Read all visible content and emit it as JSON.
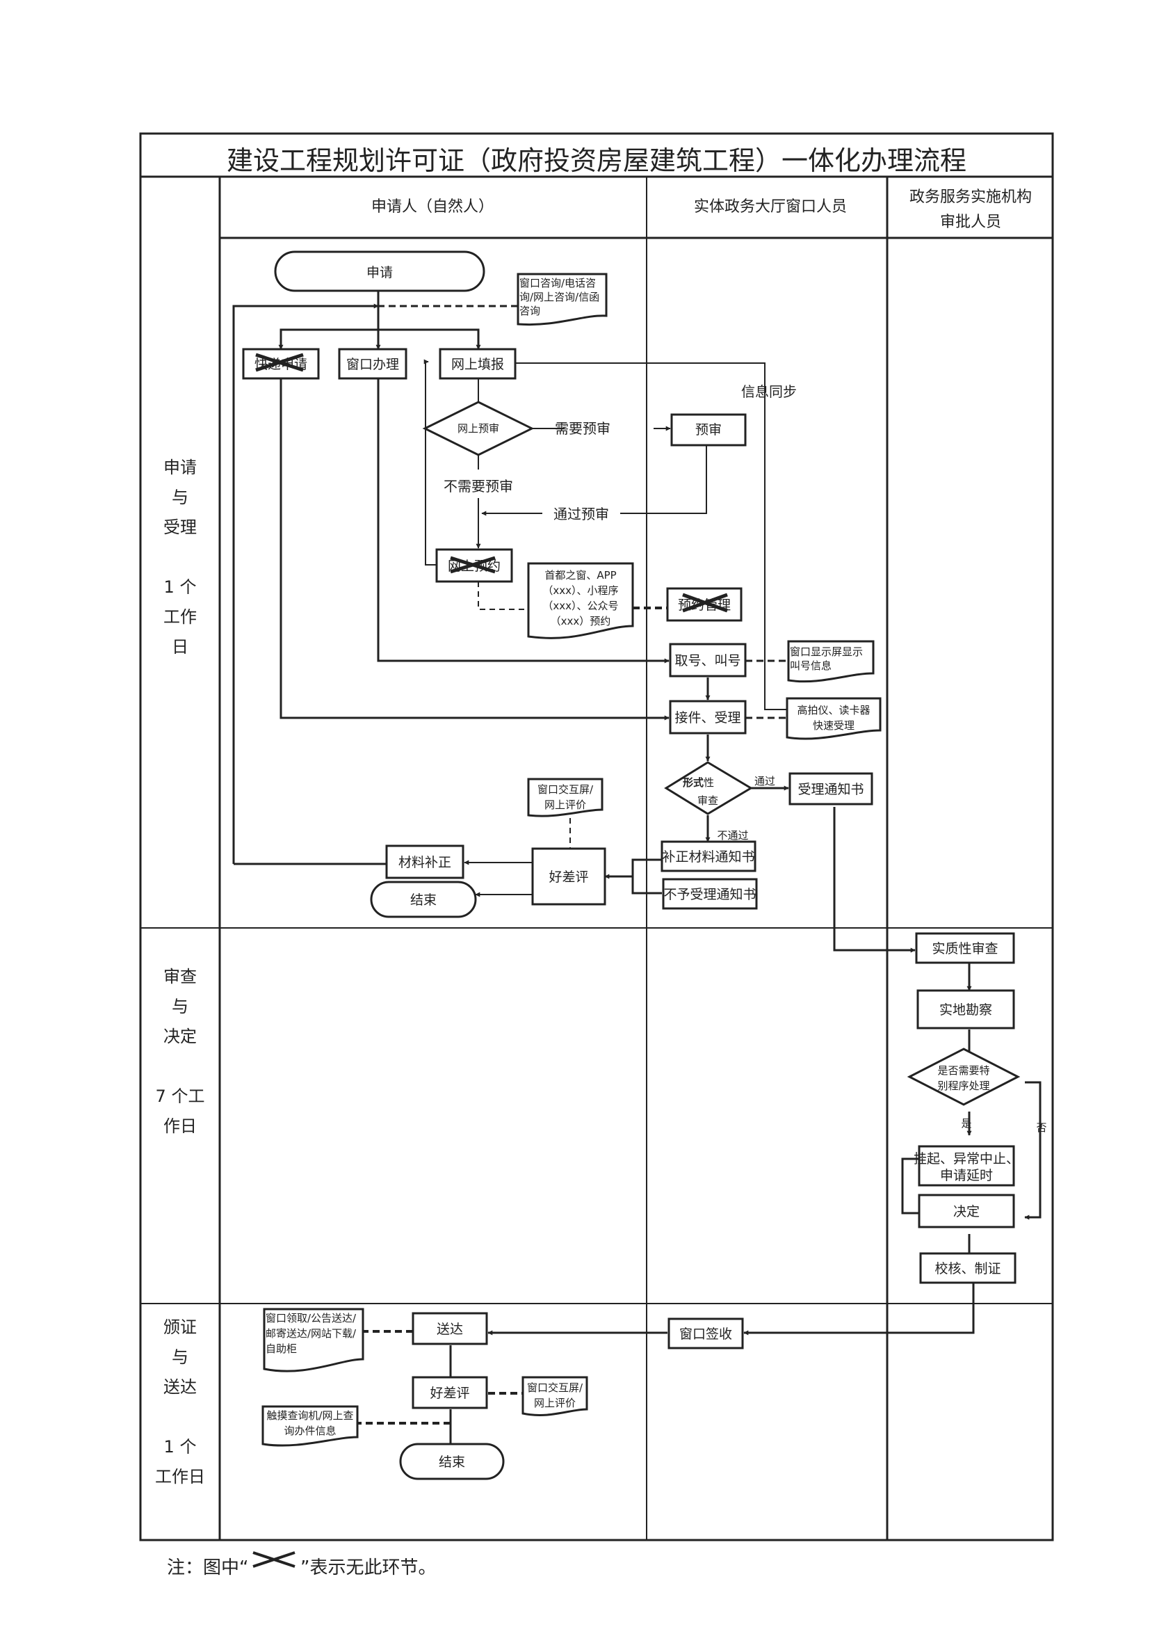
{
  "title": "建设工程规划许可证（政府投资房屋建筑工程）一体化办理流程",
  "lanes": {
    "applicant": "申请人（自然人）",
    "window_staff": "实体政务大厅窗口人员",
    "approver_line1": "政务服务实施机构",
    "approver_line2": "审批人员"
  },
  "phases": [
    {
      "lines": [
        "申请",
        "与",
        "受理",
        "",
        "1 个",
        "工作",
        "日"
      ]
    },
    {
      "lines": [
        "审查",
        "与",
        "决定",
        "",
        "7 个工",
        "作日"
      ]
    },
    {
      "lines": [
        "颁证",
        "与",
        "送达",
        "",
        "1 个",
        "工作日"
      ]
    }
  ],
  "nodes": {
    "apply": "申请",
    "consult_doc": [
      "窗口咨询/电话咨",
      "询/网上咨询/信函",
      "咨询"
    ],
    "express_apply": "快递申请",
    "window_handle": "窗口办理",
    "online_fill": "网上填报",
    "online_precheck": "网上预审",
    "need_precheck": "需要预审",
    "no_need_precheck": "不需要预审",
    "precheck": "预审",
    "pass_precheck": "通过预审",
    "info_sync": "信息同步",
    "online_booking": "网上预约",
    "booking_doc": [
      "首都之窗、APP",
      "（xxx）、小程序",
      "（xxx）、公众号",
      "（xxx）预约"
    ],
    "booking_mgmt": "预约管理",
    "take_number": "取号、叫号",
    "screen_doc": [
      "窗口显示屏显示",
      "叫号信息"
    ],
    "receive": "接件、受理",
    "scanner_doc": [
      "高拍仪、读卡器",
      "快速受理"
    ],
    "formal_review_bold": "形式",
    "formal_review_rest": "性",
    "formal_review_line2": "审查",
    "pass": "通过",
    "fail": "不通过",
    "accept_notice": "受理通知书",
    "supplement_notice": "补正材料通知书",
    "reject_notice": "不予受理通知书",
    "rating1": "好差评",
    "rating_doc1": [
      "窗口交互屏/",
      "网上评价"
    ],
    "supplement": "材料补正",
    "end1": "结束",
    "substantive_review": "实质性审查",
    "site_survey": "实地勘察",
    "special_decision": [
      "是否需要特",
      "别程序处理"
    ],
    "yes": "是",
    "no": "否",
    "suspend": [
      "挂起、异常中止、",
      "申请延时"
    ],
    "decide": "决定",
    "verify": "校核、制证",
    "window_sign": "窗口签收",
    "deliver": "送达",
    "deliver_doc": [
      "窗口领取/公告送达/",
      "邮寄送达/网站下载/",
      "自助柜"
    ],
    "rating2": "好差评",
    "rating_doc2": [
      "窗口交互屏/",
      "网上评价"
    ],
    "query_doc": [
      "触摸查询机/网上查",
      "询办件信息"
    ],
    "end2": "结束"
  },
  "note": {
    "prefix": "注：图中“",
    "suffix": "”表示无此环节。"
  },
  "colors": {
    "line": "#222222",
    "background": "#ffffff"
  }
}
